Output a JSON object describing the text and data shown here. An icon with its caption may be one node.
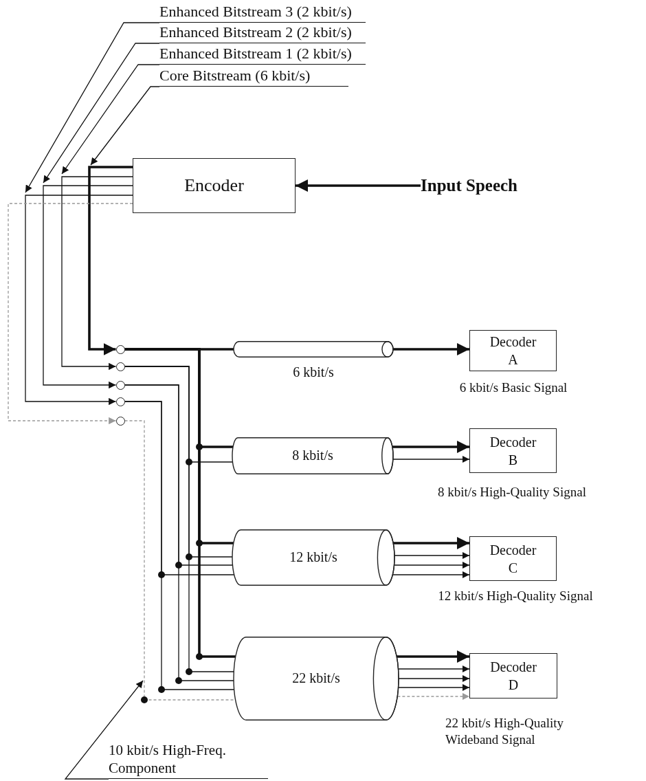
{
  "diagram": {
    "nodes": [
      {
        "text": [
          "Enhanced Bitstream 3 (2 kbit/s)"
        ]
      },
      {
        "text": [
          "Enhanced Bitstream 2 (2 kbit/s)"
        ]
      },
      {
        "text": [
          "Enhanced Bitstream 1 (2 kbit/s)"
        ]
      },
      {
        "text": [
          "Core Bitstream (6 kbit/s)"
        ]
      },
      {
        "text": [
          "Encoder"
        ]
      },
      {
        "text": [
          "Input Speech"
        ]
      },
      {
        "text": [],
        "shape": "circle"
      },
      {
        "text": [],
        "shape": "circle"
      },
      {
        "text": [],
        "shape": "circle"
      },
      {
        "text": [],
        "shape": "circle"
      },
      {
        "text": [],
        "shape": "circle"
      },
      {
        "text": [
          "6 kbit/s"
        ]
      },
      {
        "text": [
          "Decoder A"
        ],
        "beside": [
          "6 kbit/s Basic Signal"
        ]
      },
      {
        "text": [
          "8 kbit/s"
        ]
      },
      {
        "text": [
          "Decoder B"
        ],
        "beside": [
          "8 kbit/s High-Quality Signal"
        ]
      },
      {
        "text": [
          "12 kbit/s"
        ]
      },
      {
        "text": [
          "Decoder C"
        ],
        "beside": [
          "12 kbit/s High-Quality Signal"
        ]
      },
      {
        "text": [
          "22 kbit/s"
        ]
      },
      {
        "text": [
          "Decoder D"
        ],
        "beside": [
          "22 kbit/s High-Quality Wideband Signal"
        ]
      },
      {
        "text": [
          "10 kbit/s High-Freq. Component"
        ]
      }
    ],
    "edges": [
      {
        "from": 5,
        "to": 4,
        "arrow": "to",
        "style": "thick"
      },
      {
        "from": 4,
        "to": 6,
        "arrow": "to",
        "style": "thick"
      },
      {
        "from": 4,
        "to": 7,
        "arrow": "to"
      },
      {
        "from": 4,
        "to": 8,
        "arrow": "to"
      },
      {
        "from": 4,
        "to": 9,
        "arrow": "to"
      },
      {
        "from": 4,
        "to": 10,
        "arrow": "to",
        "style": "dashed",
        "color": "#999999"
      },
      {
        "from": 6,
        "to": 11,
        "arrow": "none",
        "style": "thick"
      },
      {
        "from": 6,
        "to": 13,
        "arrow": "none",
        "style": "thick"
      },
      {
        "from": 6,
        "to": 15,
        "arrow": "none",
        "style": "thick"
      },
      {
        "from": 6,
        "to": 17,
        "arrow": "none",
        "style": "thick"
      },
      {
        "from": 7,
        "to": 13,
        "arrow": "none"
      },
      {
        "from": 7,
        "to": 15,
        "arrow": "none"
      },
      {
        "from": 7,
        "to": 17,
        "arrow": "none"
      },
      {
        "from": 8,
        "to": 15,
        "arrow": "none"
      },
      {
        "from": 8,
        "to": 17,
        "arrow": "none"
      },
      {
        "from": 9,
        "to": 15,
        "arrow": "none"
      },
      {
        "from": 9,
        "to": 17,
        "arrow": "none"
      },
      {
        "from": 10,
        "to": 17,
        "arrow": "none",
        "style": "dashed",
        "color": "#999999"
      },
      {
        "from": 11,
        "to": 12,
        "arrow": "to",
        "style": "thick"
      },
      {
        "from": 13,
        "to": 14,
        "arrow": "to",
        "style": "thick"
      },
      {
        "from": 13,
        "to": 14,
        "arrow": "to"
      },
      {
        "from": 15,
        "to": 16,
        "arrow": "to",
        "style": "thick"
      },
      {
        "from": 15,
        "to": 16,
        "arrow": "to"
      },
      {
        "from": 15,
        "to": 16,
        "arrow": "to"
      },
      {
        "from": 15,
        "to": 16,
        "arrow": "to"
      },
      {
        "from": 17,
        "to": 18,
        "arrow": "to",
        "style": "thick"
      },
      {
        "from": 17,
        "to": 18,
        "arrow": "to"
      },
      {
        "from": 17,
        "to": 18,
        "arrow": "to"
      },
      {
        "from": 17,
        "to": 18,
        "arrow": "to"
      },
      {
        "from": 17,
        "to": 18,
        "arrow": "to",
        "style": "dashed",
        "color": "#999999"
      },
      {
        "from": 0,
        "to": null,
        "arrow": "to"
      },
      {
        "from": 1,
        "to": null,
        "arrow": "to"
      },
      {
        "from": 2,
        "to": null,
        "arrow": "to"
      },
      {
        "from": 3,
        "to": null,
        "arrow": "to"
      },
      {
        "from": 19,
        "to": null,
        "arrow": "to"
      }
    ]
  }
}
